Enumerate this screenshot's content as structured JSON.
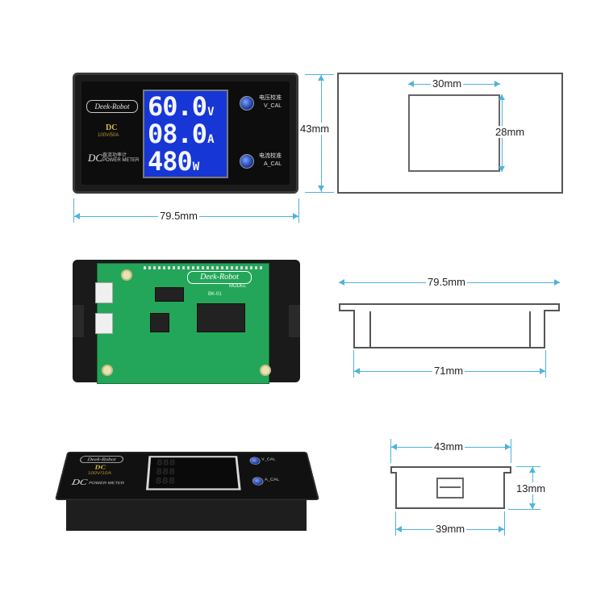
{
  "front_meter": {
    "brand": "Deek-Robot",
    "dc_gold": "DC",
    "rating": "100V/50A",
    "dc_big": "DC",
    "subtitle_cn": "直流功率计",
    "subtitle_en": "POWER METER",
    "lcd": {
      "voltage": "60.0",
      "voltage_unit": "V",
      "current": "08.0",
      "current_unit": "A",
      "power": "480",
      "power_unit": "W"
    },
    "v_cal_cn": "电压校准",
    "v_cal": "V_CAL",
    "a_cal_cn": "电流校准",
    "a_cal": "A_CAL"
  },
  "pcb": {
    "brand": "Deek-Robot",
    "model_label": "MODEL",
    "model_value": "BK-01"
  },
  "perspective_meter": {
    "brand": "Deek-Robot",
    "dc_gold": "DC",
    "rating": "100V/10A",
    "dc_big": "DC",
    "subtitle": "POWER METER",
    "v_cal": "V_CAL",
    "a_cal": "A_CAL"
  },
  "dimensions": {
    "front_height": "43mm",
    "front_width": "79.5mm",
    "cutout_width": "30mm",
    "cutout_height": "28mm",
    "side_width": "79.5mm",
    "side_body_width": "71mm",
    "small_width": "43mm",
    "small_body_width": "39mm",
    "small_depth": "13mm"
  },
  "colors": {
    "dimension_line": "#4fb3dc",
    "lcd_background": "#1636d6",
    "pcb_green": "#23a65a",
    "brand_gold": "#d9b84a"
  }
}
